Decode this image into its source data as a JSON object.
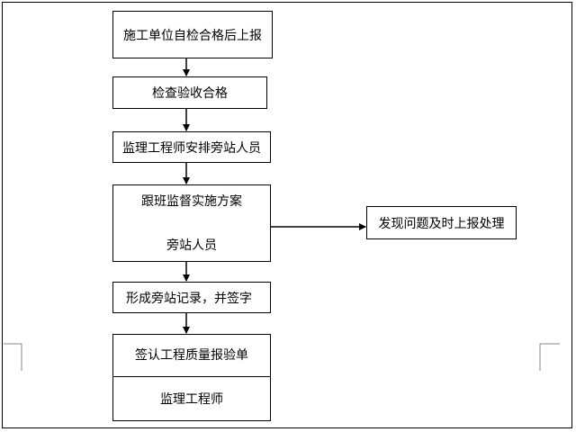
{
  "flow": {
    "step1": "施工单位自检合格后上报",
    "step2": "检查验收合格",
    "step3": "监理工程师安排旁站人员",
    "step4_top": "跟班监督实施方案",
    "step4_bottom": "旁站人员",
    "side": "发现问题及时上报处理",
    "step5": "形成旁站记录，并签字",
    "step6_top": "签认工程质量报验单",
    "step6_bottom": "监理工程师"
  },
  "colors": {
    "line": "#000000",
    "background": "#ffffff"
  }
}
